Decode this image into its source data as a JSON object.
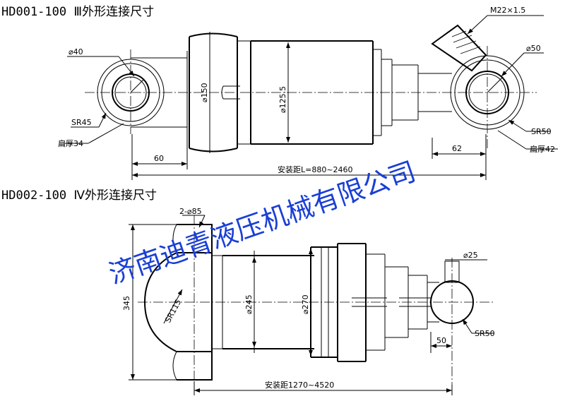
{
  "titles": {
    "drawing1": "HD001-100 Ⅲ外形连接尺寸",
    "drawing2": "HD002-100 Ⅳ外形连接尺寸"
  },
  "drawing1": {
    "dim_thread": "M22×1.5",
    "dim_pin_left": "⌀40",
    "dim_pin_right": "⌀50",
    "dim_body_outer": "⌀150",
    "dim_body_inner": "⌀125.5",
    "dim_sr_left": "SR45",
    "dim_sr_right": "SR50",
    "dim_thick_left": "扁厚34",
    "dim_thick_right": "扁厚42",
    "dim_offset_left": "60",
    "dim_offset_right": "62",
    "dim_install": "安装距L=880~2460"
  },
  "drawing2": {
    "dim_holes": "2-⌀85",
    "dim_height": "345",
    "dim_sr_left": "SR115",
    "dim_body_outer": "⌀245",
    "dim_flange": "⌀270",
    "dim_ball_pin": "⌀25",
    "dim_sr_right": "SR50",
    "dim_offset_right": "50",
    "dim_install": "安装距1270~4520"
  },
  "watermark": "济南迪青液压机械有限公司",
  "colors": {
    "watermark": "#1a3fd6",
    "line": "#000000"
  }
}
